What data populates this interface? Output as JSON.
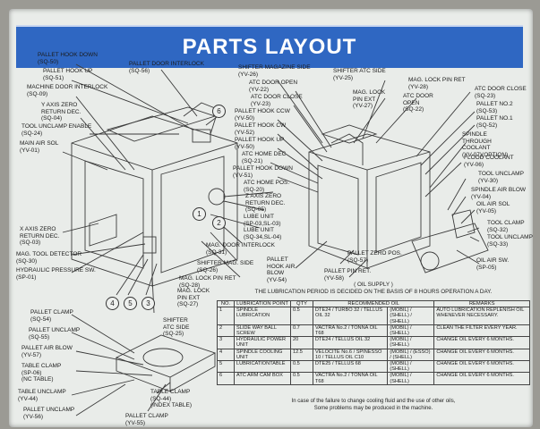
{
  "header": {
    "title": "PARTS LAYOUT"
  },
  "left_labels": [
    {
      "name": "PALLET HOOK DOWN",
      "code": "(SQ-50)"
    },
    {
      "name": "PALLET DOOR INTERLOCK",
      "code": "(SQ-56)"
    },
    {
      "name": "PALLET HOOK UP",
      "code": "(SQ-51)"
    },
    {
      "name": "MACHINE DOOR INTERLOCK",
      "code": "(SQ-09)"
    },
    {
      "name": "Y AXIS ZERO RETURN DEC.",
      "code": "(SQ-04)"
    },
    {
      "name": "TOOL UNCLAMP ENABLE",
      "code": "(SQ-24)"
    },
    {
      "name": "MAIN AIR SOL",
      "code": "(YV-01)"
    },
    {
      "name": "X AXIS ZERO RETURN DEC.",
      "code": "(SQ-03)"
    },
    {
      "name": "MAG. TOOL DETECTOR",
      "code": "(SQ-30)"
    },
    {
      "name": "HYDRAULIC PRESSURE SW.",
      "code": "(SP-01)"
    }
  ],
  "center_labels": [
    {
      "name": "SHIFTER MAGAZINE SIDE",
      "code": "(YV-26)"
    },
    {
      "name": "ATC DOOR OPEN",
      "code": "(YV-22)"
    },
    {
      "name": "ATC DOOR CLOSE",
      "code": "(YV-23)"
    },
    {
      "name": "PALLET HOOK CCW",
      "code": "(YV-50)"
    },
    {
      "name": "PALLET HOOK CW",
      "code": "(YV-52)"
    },
    {
      "name": "PALLET HOOK UP",
      "code": "(YV-50)"
    },
    {
      "name": "ATC HOME DEC",
      "code": "(SQ-21)"
    },
    {
      "name": "PALLET HOOK DOWN",
      "code": "(YV-51)"
    },
    {
      "name": "ATC HOME POS.",
      "code": "(SQ-20)"
    },
    {
      "name": "Z AXIS ZERO RETURN DEC.",
      "code": "(SQ-05)"
    },
    {
      "name": "LUBE UNIT",
      "code": "(SP-03,SL-03)"
    },
    {
      "name": "LUBE UNIT",
      "code": "(SQ-34,SL-04)"
    },
    {
      "name": "MAG. DOOR INTERLOCK",
      "code": "(SQ-31)"
    },
    {
      "name": "SHIFTER MAG. SIDE",
      "code": "(SQ-26)"
    },
    {
      "name": "MAG. LOCK PIN RET",
      "code": "(SQ-28)"
    },
    {
      "name": "MAG. LOCK PIN EXT",
      "code": "(SQ-27)"
    },
    {
      "name": "SHIFTER ATC SIDE",
      "code": "(SQ-25)"
    },
    {
      "name": "PALLET HOOK AIR BLOW",
      "code": "(YV-54)"
    }
  ],
  "right_labels": [
    {
      "name": "SHIFTER ATC SIDE",
      "code": "(YV-25)"
    },
    {
      "name": "MAG. LOCK PIN RET",
      "code": "(YV-28)"
    },
    {
      "name": "MAG. LOCK PIN EXT",
      "code": "(YV-27)"
    },
    {
      "name": "ATC DOOR OPEN",
      "code": "(SQ-22)"
    },
    {
      "name": "ATC DOOR CLOSE",
      "code": "(SQ-23)"
    },
    {
      "name": "PALLET NO.2",
      "code": "(SQ-53)"
    },
    {
      "name": "PALLET NO.1",
      "code": "(SQ-52)"
    },
    {
      "name": "SPINDLE THROUGH COOLANT",
      "code": "(YV-07)(OPTION)"
    },
    {
      "name": "FLOOD COOLANT",
      "code": "(YV-06)"
    },
    {
      "name": "TOOL UNCLAMP",
      "code": "(YV-30)"
    },
    {
      "name": "SPINDLE AIR BLOW",
      "code": "(YV-04)"
    },
    {
      "name": "OIL AIR SOL",
      "code": "(YV-05)"
    },
    {
      "name": "TOOL CLAMP",
      "code": "(SQ-32)"
    },
    {
      "name": "TOOL UNCLAMP",
      "code": "(SQ-33)"
    },
    {
      "name": "OIL AIR SW.",
      "code": "(SP-05)"
    },
    {
      "name": "PALLET ZERO POS.",
      "code": "(SQ-57)"
    },
    {
      "name": "PALLET PIN RET.",
      "code": "(YV-58)"
    }
  ],
  "bottom_left_labels": [
    {
      "name": "PALLET CLAMP",
      "code": "(SQ-54)"
    },
    {
      "name": "PALLET UNCLAMP",
      "code": "(SQ-55)"
    },
    {
      "name": "PALLET AIR BLOW",
      "code": "(YV-57)"
    },
    {
      "name": "TABLE CLAMP",
      "code": "(SP-06)"
    },
    {
      "name": "(NC TABLE)",
      "code": ""
    },
    {
      "name": "TABLE UNCLAMP",
      "code": "(YV-44)"
    },
    {
      "name": "PALLET UNCLAMP",
      "code": "(YV-56)"
    },
    {
      "name": "TABLE CLAMP",
      "code": "(SQ-44)"
    },
    {
      "name": "(INDEX TABLE)",
      "code": ""
    },
    {
      "name": "PALLET CLAMP",
      "code": "(YV-55)"
    }
  ],
  "callouts": [
    "1",
    "2",
    "3",
    "4",
    "5",
    "6"
  ],
  "oil_supply": {
    "title": "( OIL SUPPLY )",
    "note": "THE LUBRICATION PERIOD IS DECIDED ON THE BASIS OF 8 HOURS OPERATION A DAY."
  },
  "table": {
    "headers": [
      "NO.",
      "LUBRICATION POINT",
      "QTY",
      "RECOMMENDED OIL",
      "REMARKS"
    ],
    "rows": [
      {
        "no": "1",
        "point": "SPINDLE LUBRICATION",
        "qty": "0.5",
        "oil": "DTE24 / TURBO 32 / TELLUS OIL 32",
        "brand": "(MOBIL) / (SHELL) / (SHELL)",
        "remarks": "AUTO LUBRICATION REPLENISH OIL WHENEVER NECESSARY."
      },
      {
        "no": "2",
        "point": "SLIDE WAY BALL SCREW",
        "qty": "0.7",
        "oil": "VACTRA No.2 / TONNA OIL T68",
        "brand": "(MOBIL) / (SHELL)",
        "remarks": "CLEAN THE FILTER EVERY YEAR."
      },
      {
        "no": "3",
        "point": "HYDRAULIC POWER UNIT",
        "qty": "20",
        "oil": "DTE24 / TELLUS OIL 32",
        "brand": "(MOBIL) / (SHELL)",
        "remarks": "CHANGE OIL EVERY 6 MONTHS."
      },
      {
        "no": "4",
        "point": "SPINDLE COOLING UNIT",
        "qty": "12.5",
        "oil": "VELOCITE No.6 / SPINESSO 10 / TELLUS OIL C10",
        "brand": "(MOBIL) / (ESSO) / (SHELL)",
        "remarks": "CHANGE OIL EVERY 6 MONTHS."
      },
      {
        "no": "5",
        "point": "LUBRICATIONTABLE",
        "qty": "0.5",
        "oil": "DTE25 / TELLUS 68",
        "brand": "(MOBIL) / (SHELL)",
        "remarks": "CHANGE OIL EVERY 6 MONTHS."
      },
      {
        "no": "6",
        "point": "ATC ARM CAM BOX",
        "qty": "0.5",
        "oil": "VACTRA No.2 / TONNA OIL T68",
        "brand": "(MOBIL) / (SHELL)",
        "remarks": "CHANGE OIL EVERY 6 MONTHS."
      }
    ]
  },
  "footer": {
    "line1": "In case of the failure to change cooling fluid and the use of other oils,",
    "line2": "Some problems may be produced in the machine."
  }
}
